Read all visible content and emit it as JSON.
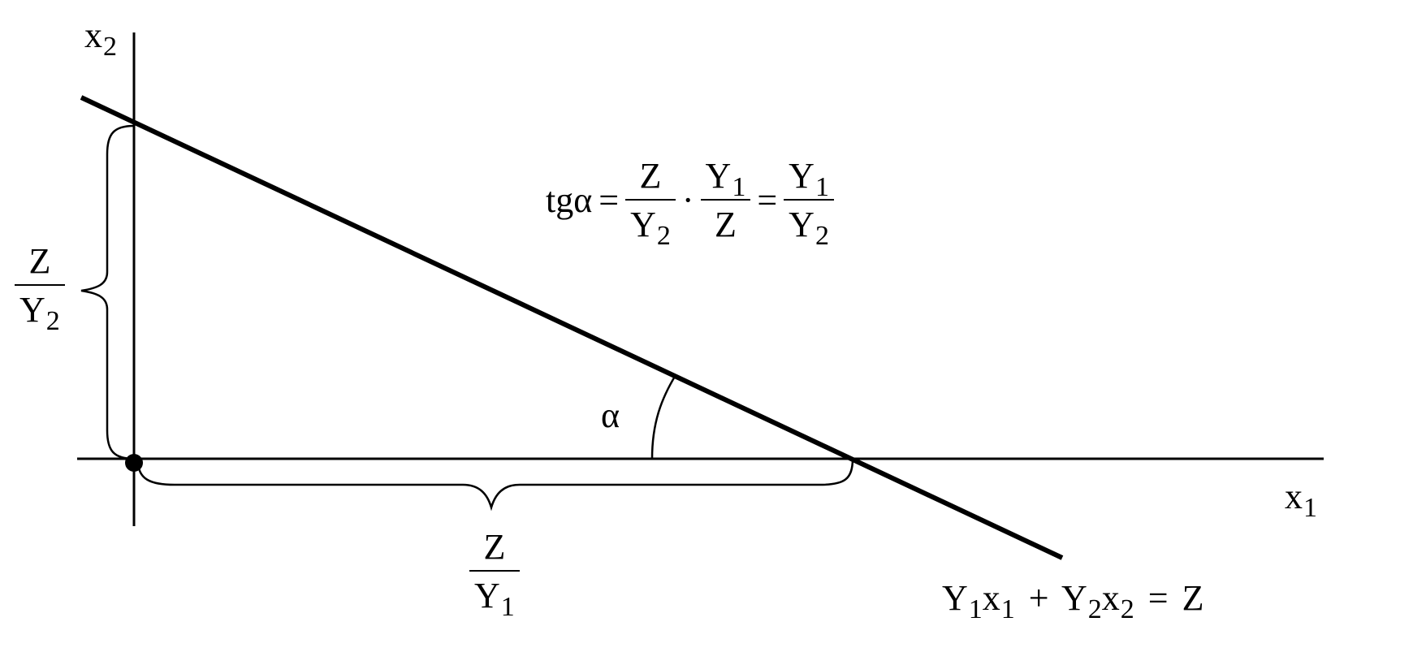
{
  "axes": {
    "x1": {
      "base": "x",
      "sub": "1"
    },
    "x2": {
      "base": "x",
      "sub": "2"
    }
  },
  "angle_label": "α",
  "left_fraction": {
    "num": "Z",
    "den_base": "Y",
    "den_sub": "2"
  },
  "bottom_fraction": {
    "num": "Z",
    "den_base": "Y",
    "den_sub": "1"
  },
  "tangent_formula": {
    "lhs": "tgα",
    "eq": "=",
    "dot": "·",
    "f1": {
      "num": "Z",
      "den_base": "Y",
      "den_sub": "2"
    },
    "f2": {
      "num_base": "Y",
      "num_sub": "1",
      "den": "Z"
    },
    "f3": {
      "num_base": "Y",
      "num_sub": "1",
      "den_base": "Y",
      "den_sub": "2"
    }
  },
  "line_equation": {
    "t1_base": "Y",
    "t1_sub": "1",
    "t1_var": "x",
    "t1_var_sub": "1",
    "plus": "+",
    "t2_base": "Y",
    "t2_sub": "2",
    "t2_var": "x",
    "t2_var_sub": "2",
    "eq": "=",
    "rhs": "Z"
  }
}
